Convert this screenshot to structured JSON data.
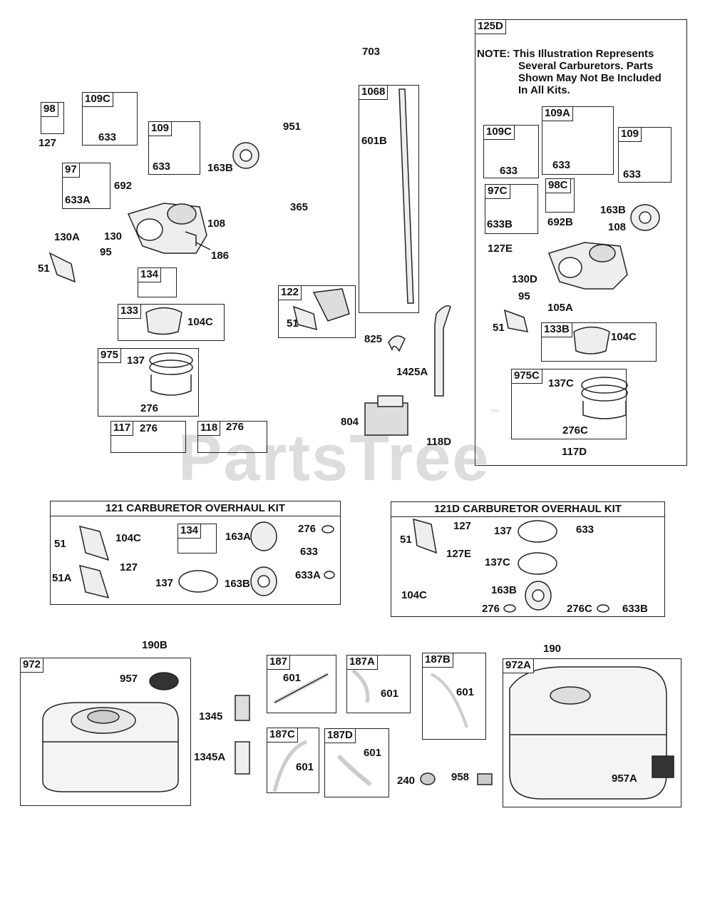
{
  "watermark": "PartsTree",
  "watermark_tm": "™",
  "note": {
    "label": "NOTE:",
    "line1": "This Illustration Represents",
    "line2": "Several Carburetors. Parts",
    "line3": "Shown May Not Be Included",
    "line4": "In All Kits."
  },
  "kits": {
    "k121": "121 CARBURETOR OVERHAUL KIT",
    "k121d": "121D CARBURETOR OVERHAUL KIT"
  },
  "boxes": {
    "b98": "98",
    "b109c": "109C",
    "b109": "109",
    "b97": "97",
    "b134": "134",
    "b133": "133",
    "b975": "975",
    "b117": "117",
    "b118": "118",
    "b122": "122",
    "b1068": "1068",
    "b125d": "125D",
    "b109c_r": "109C",
    "b109a": "109A",
    "b109_r": "109",
    "b97c": "97C",
    "b98c": "98C",
    "b133b": "133B",
    "b975c": "975C",
    "b134k": "134",
    "b972": "972",
    "b187": "187",
    "b187a": "187A",
    "b187b": "187B",
    "b187c": "187C",
    "b187d": "187D",
    "b972a": "972A"
  },
  "labels": {
    "l127a": "127",
    "l633a": "633",
    "l633b": "633",
    "l163b": "163B",
    "l633A": "633A",
    "l692": "692",
    "l130a": "130A",
    "l130": "130",
    "l95": "95",
    "l108": "108",
    "l186": "186",
    "l51": "51",
    "l104c": "104C",
    "l137": "137",
    "l276": "276",
    "l276b": "276",
    "l276c": "276",
    "l703": "703",
    "l951": "951",
    "l601b": "601B",
    "l365": "365",
    "l51b": "51",
    "l825": "825",
    "l1425a": "1425A",
    "l804": "804",
    "l118d": "118D",
    "r633a": "633",
    "r633b": "633",
    "r633c": "633",
    "r633b2": "633B",
    "r692b": "692B",
    "r163b": "163B",
    "r108": "108",
    "r127e": "127E",
    "r130d": "130D",
    "r95": "95",
    "r105a": "105A",
    "r51": "51",
    "r104c": "104C",
    "r137c": "137C",
    "r276c": "276C",
    "r117d": "117D",
    "k51": "51",
    "k104c": "104C",
    "k163a": "163A",
    "k276": "276",
    "k633": "633",
    "k51a": "51A",
    "k127": "127",
    "k137": "137",
    "k163b": "163B",
    "k633a": "633A",
    "d51": "51",
    "d127": "127",
    "d137": "137",
    "d633": "633",
    "d127e": "127E",
    "d137c": "137C",
    "d104c": "104C",
    "d163b": "163B",
    "d276": "276",
    "d276c": "276C",
    "d633b": "633B",
    "f190b": "190B",
    "f957": "957",
    "f1345": "1345",
    "f1345a": "1345A",
    "f601a": "601",
    "f601b": "601",
    "f601c": "601",
    "f601d": "601",
    "f601e": "601",
    "f240": "240",
    "f958": "958",
    "f190": "190",
    "f957a": "957A"
  }
}
